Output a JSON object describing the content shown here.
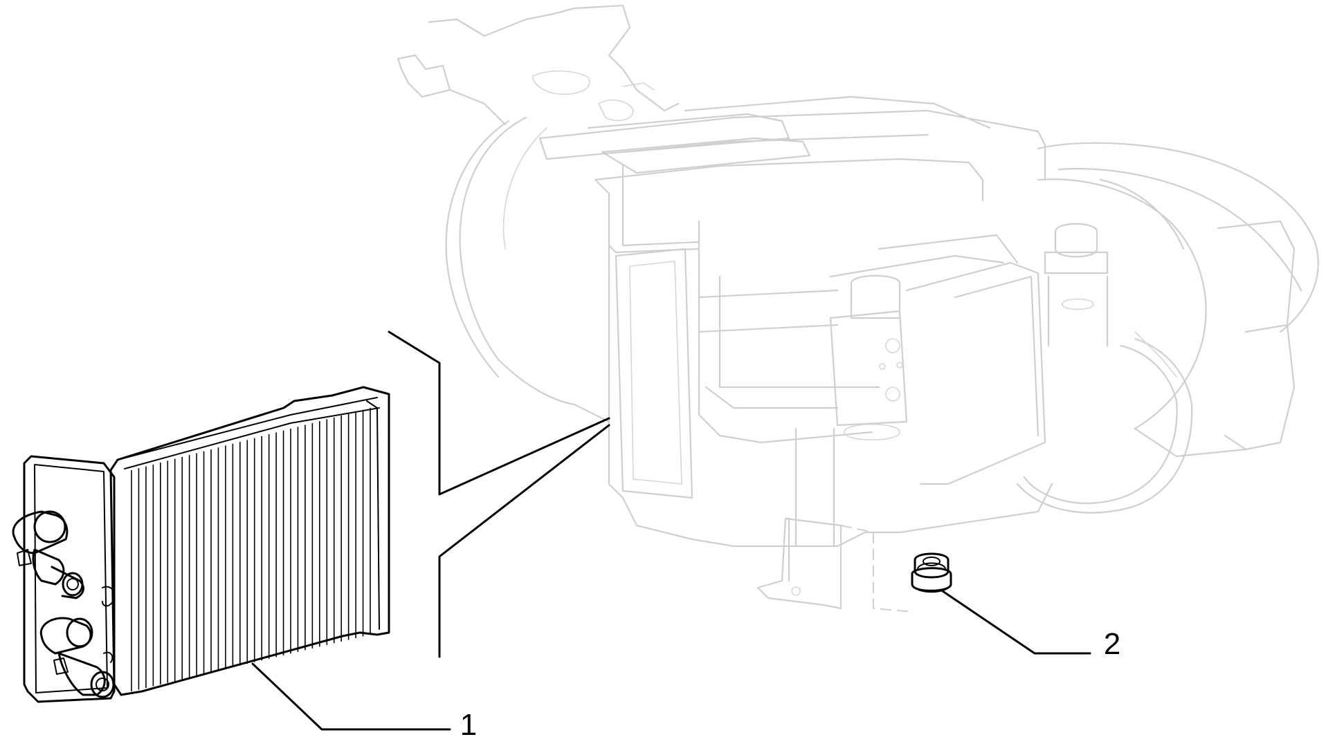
{
  "callouts": [
    {
      "id": "1",
      "label": "1"
    },
    {
      "id": "2",
      "label": "2"
    }
  ],
  "colors": {
    "ink": "#000000",
    "ghost": "#cfcfcf",
    "background": "#ffffff"
  }
}
